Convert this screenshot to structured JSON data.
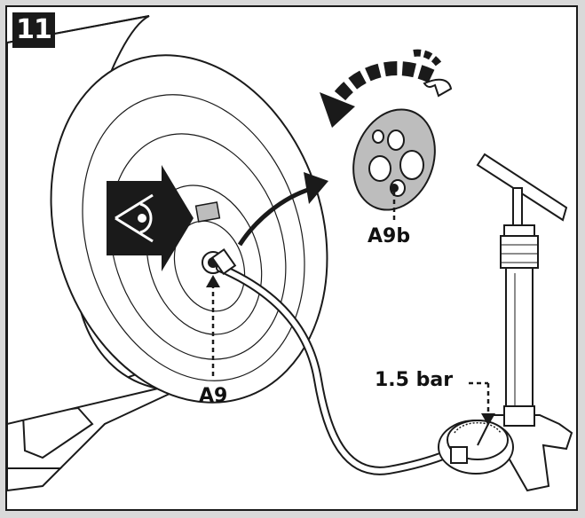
{
  "step": {
    "number": "11"
  },
  "labels": {
    "valve": "A9",
    "valve_cap": "A9b",
    "pressure": "1.5 bar"
  },
  "icons": {
    "inspect": "eye-icon",
    "rotate": "rotate-counterclockwise-icon",
    "remove": "curved-arrow-icon"
  },
  "colors": {
    "ink": "#1a1a1a",
    "paper": "#ffffff",
    "frame_bg": "#d9d9d9",
    "gray_fill": "#bdbdbd"
  }
}
